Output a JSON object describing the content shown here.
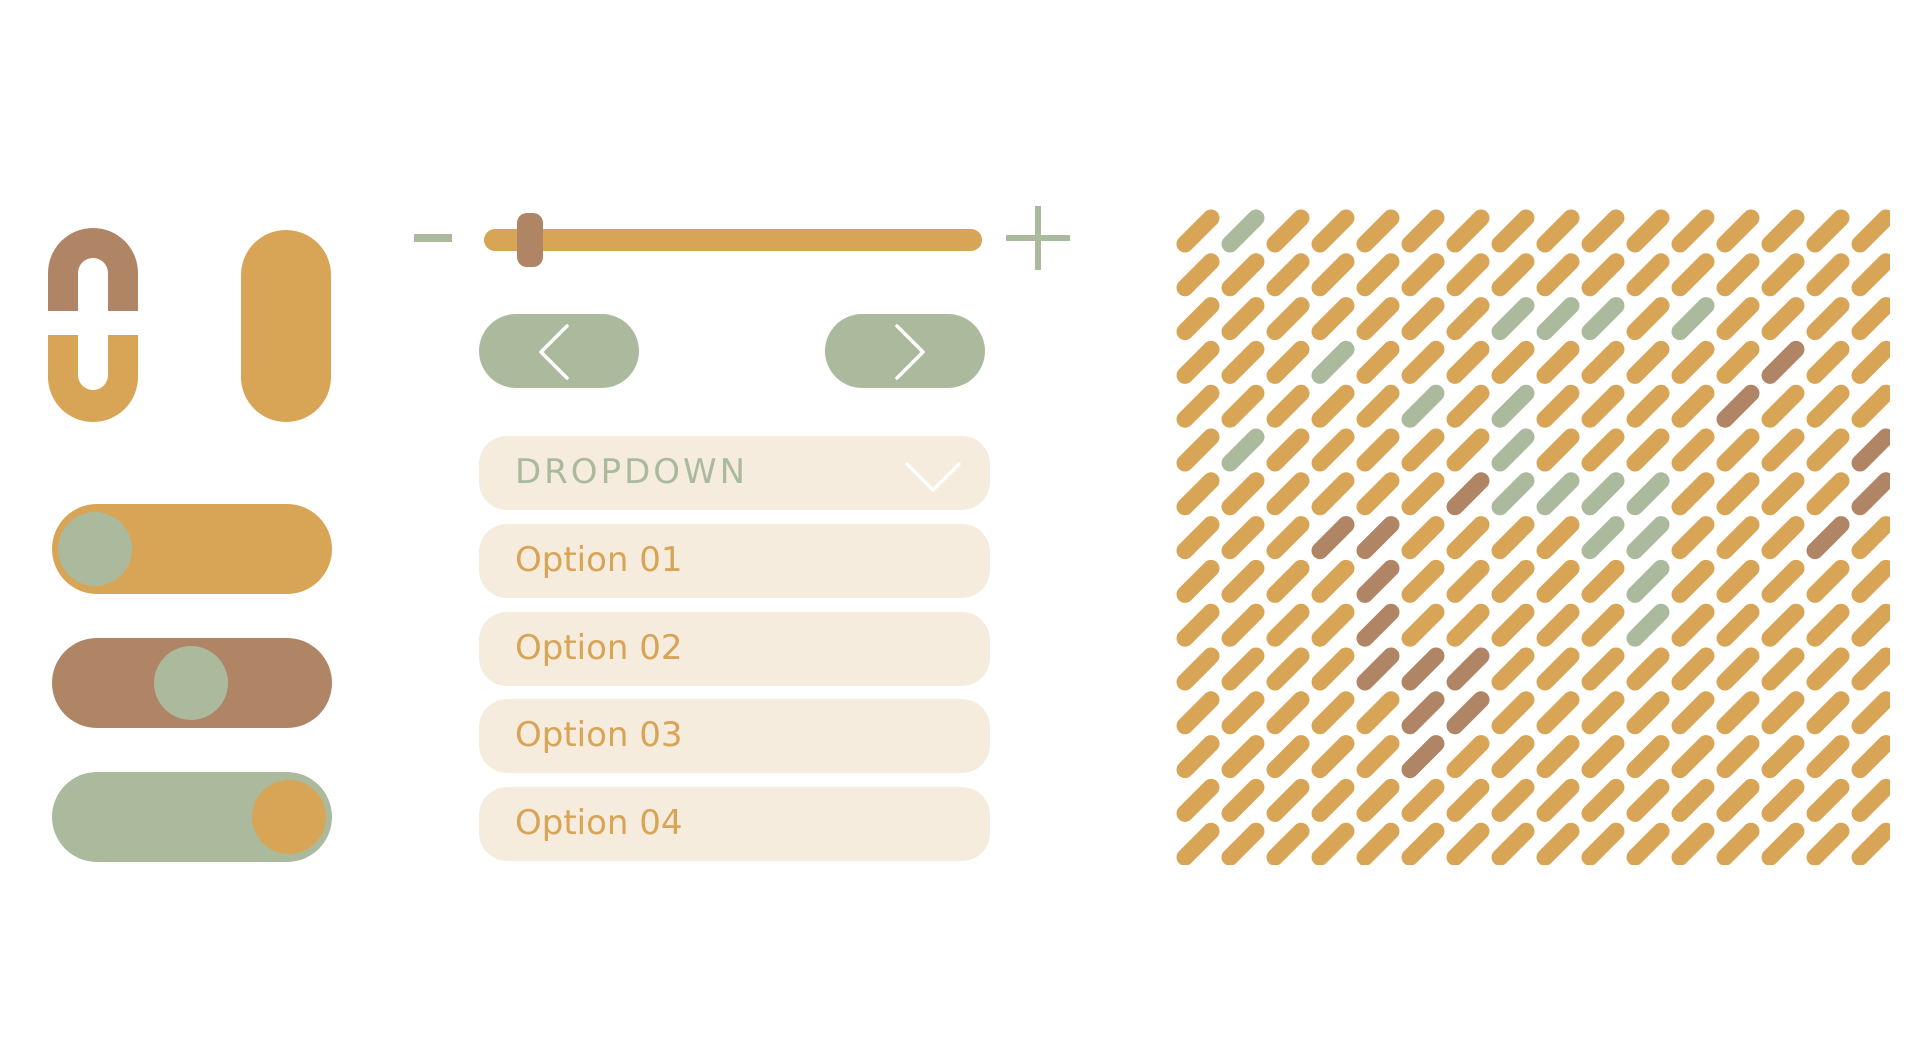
{
  "colors": {
    "mustard": "#d8a455",
    "brown": "#b08566",
    "sage": "#abba9d",
    "cream": "#f5ecdd"
  },
  "vertical_switches": [
    {
      "style": "split",
      "colors": [
        "brown",
        "mustard"
      ]
    },
    {
      "style": "solid",
      "color": "mustard"
    }
  ],
  "toggles": [
    {
      "track": "mustard",
      "knob": "sage",
      "position": "left"
    },
    {
      "track": "brown",
      "knob": "sage",
      "position": "center"
    },
    {
      "track": "sage",
      "knob": "mustard",
      "position": "right"
    }
  ],
  "slider": {
    "value_fraction": 0.07,
    "minus_icon": "minus-icon",
    "plus_icon": "plus-icon"
  },
  "nav": {
    "prev_icon": "chevron-left-icon",
    "next_icon": "chevron-right-icon"
  },
  "dropdown": {
    "label": "DROPDOWN",
    "icon": "chevron-down-icon",
    "options": [
      "Option 01",
      "Option 02",
      "Option 03",
      "Option 04"
    ]
  },
  "pattern": {
    "rows": 15,
    "cols": 16,
    "special_cells": {
      "sage": [
        [
          0,
          1
        ],
        [
          2,
          7
        ],
        [
          2,
          8
        ],
        [
          2,
          9
        ],
        [
          2,
          11
        ],
        [
          3,
          3
        ],
        [
          4,
          5
        ],
        [
          4,
          7
        ],
        [
          5,
          1
        ],
        [
          5,
          7
        ],
        [
          6,
          7
        ],
        [
          6,
          8
        ],
        [
          6,
          9
        ],
        [
          6,
          10
        ],
        [
          7,
          9
        ],
        [
          7,
          10
        ],
        [
          8,
          10
        ],
        [
          9,
          10
        ]
      ],
      "brown": [
        [
          3,
          13
        ],
        [
          4,
          12
        ],
        [
          5,
          15
        ],
        [
          6,
          6
        ],
        [
          6,
          15
        ],
        [
          7,
          3
        ],
        [
          7,
          4
        ],
        [
          7,
          14
        ],
        [
          8,
          4
        ],
        [
          9,
          4
        ],
        [
          10,
          4
        ],
        [
          10,
          5
        ],
        [
          10,
          6
        ],
        [
          11,
          5
        ],
        [
          11,
          6
        ],
        [
          12,
          5
        ]
      ]
    }
  }
}
